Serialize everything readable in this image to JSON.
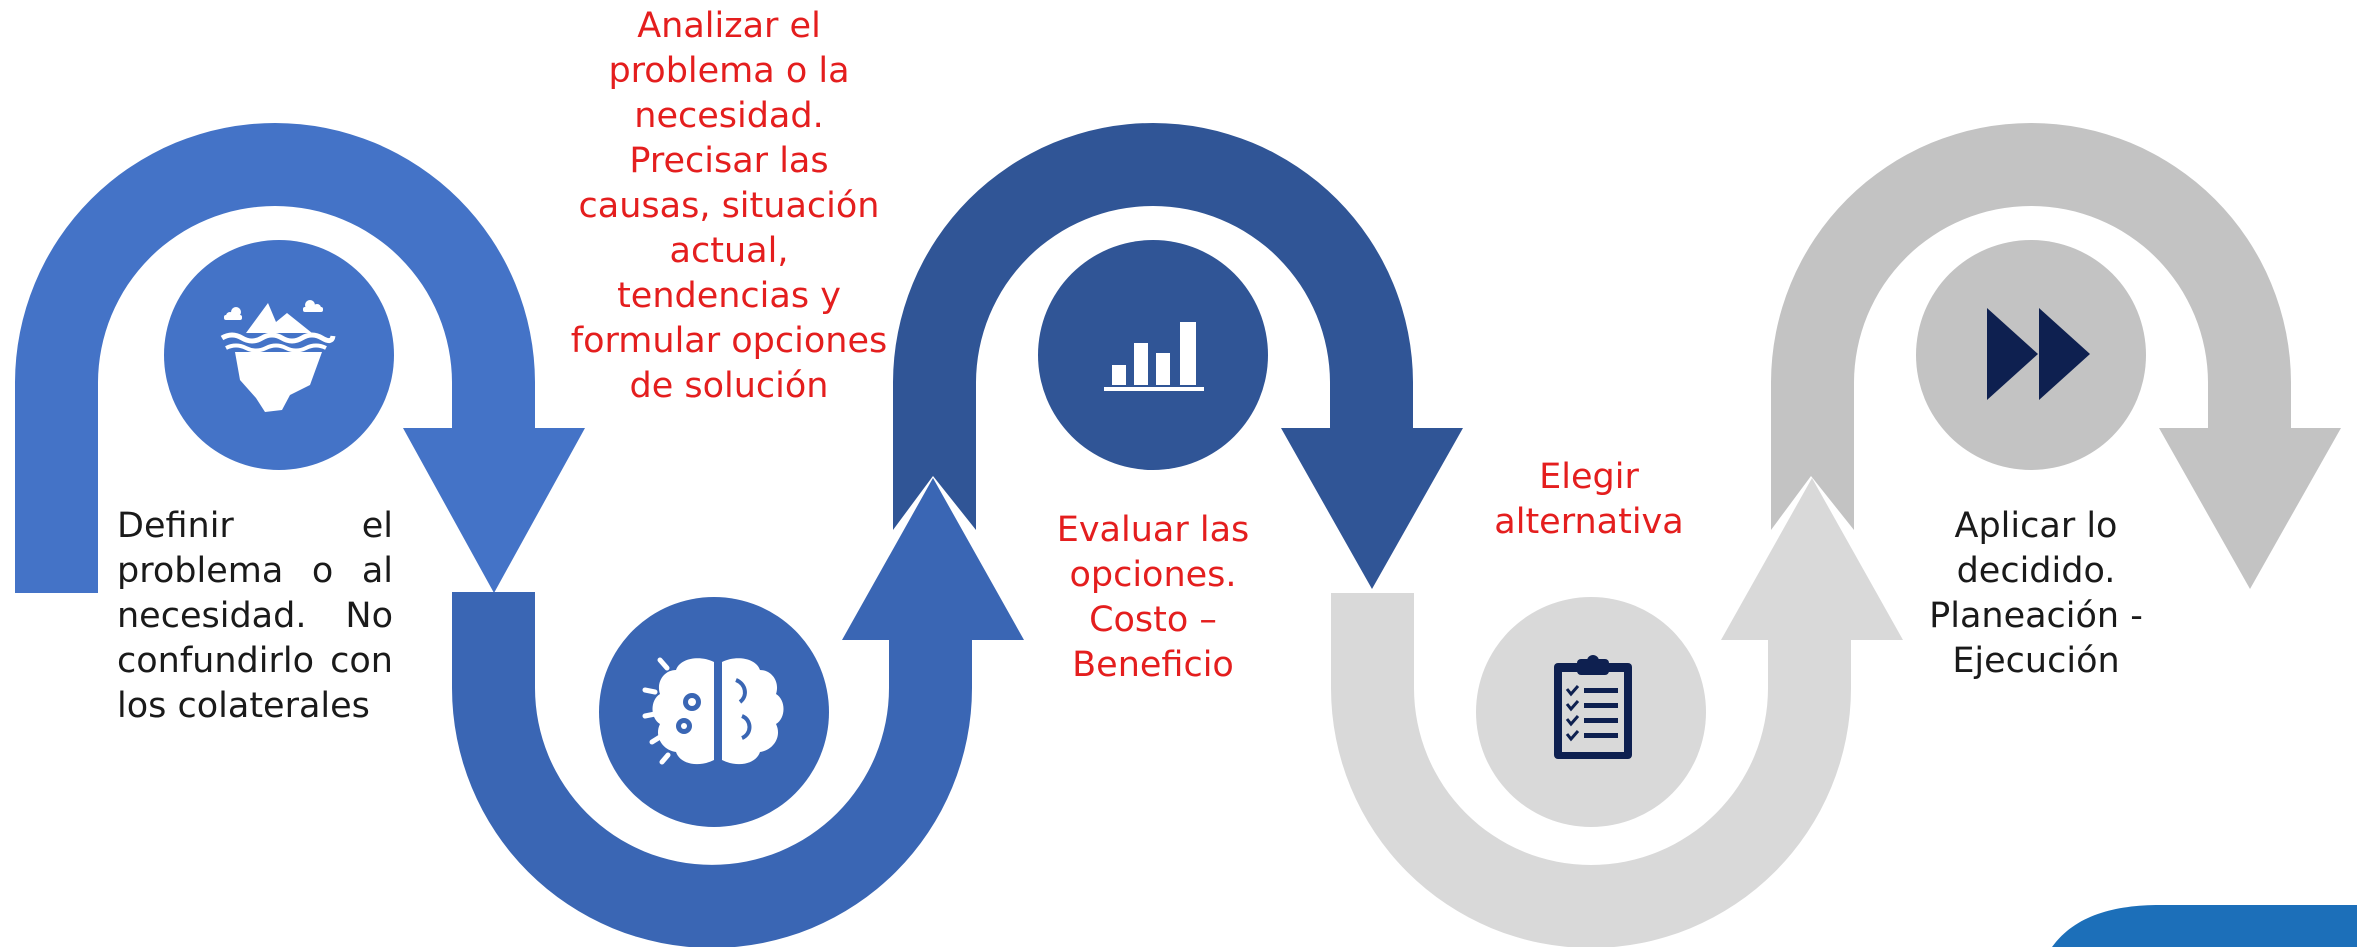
{
  "colors": {
    "step1": "#4473c7",
    "step2": "#3a66b4",
    "step3": "#305596",
    "step4": "#d9d9d9",
    "step5": "#c3c3c3",
    "icon_dark": "#0e2050",
    "text_red": "#e41e1e",
    "text_dark": "#1a1a1a",
    "corner_blob": "#1c6fb9"
  },
  "steps": [
    {
      "icon": "iceberg-icon",
      "text": "Definir el problema o al necesidad. No confundirlo con los colaterales"
    },
    {
      "icon": "brain-gears-icon",
      "text": "Analizar el problema o la necesidad. Precisar las causas, situación actual, tendencias  y formular opciones de solución"
    },
    {
      "icon": "bar-chart-icon",
      "text": "Evaluar las opciones. Costo – Beneficio"
    },
    {
      "icon": "clipboard-checklist-icon",
      "text": "Elegir alternativa"
    },
    {
      "icon": "fast-forward-icon",
      "text": "Aplicar lo decidido. Planeación - Ejecución"
    }
  ]
}
